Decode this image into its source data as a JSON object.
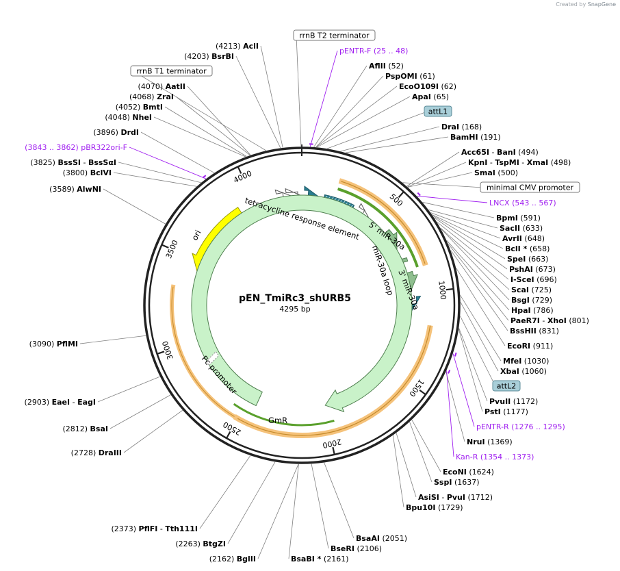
{
  "credit": {
    "prefix": "Created by",
    "brand": "SnapGene"
  },
  "plasmid": {
    "name": "pEN_TmiRc3_shURB5",
    "length": "4295 bp"
  },
  "ticks": [
    "500",
    "1000",
    "1500",
    "2000",
    "2500",
    "3000",
    "3500",
    "4000"
  ],
  "features": {
    "tre": "tetracycline response element",
    "mir5": "5' miR-30a",
    "loop": "miR-30a loop",
    "mir3": "3' miR-30a",
    "ori": "ori",
    "pc": "Pc promoter",
    "gmr": "GmR"
  },
  "sites": {
    "acli": {
      "pos": "(4213)",
      "name": "AclI"
    },
    "bsrbi": {
      "pos": "(4203)",
      "name": "BsrBI"
    },
    "rrnb_t1": {
      "name": "rrnB T1 terminator"
    },
    "rrnb_t2": {
      "name": "rrnB T2 terminator"
    },
    "aatii": {
      "pos": "(4070)",
      "name": "AatII"
    },
    "zrai": {
      "pos": "(4068)",
      "name": "ZraI"
    },
    "bmti": {
      "pos": "(4052)",
      "name": "BmtI"
    },
    "nhei": {
      "pos": "(4048)",
      "name": "NheI"
    },
    "drdi": {
      "pos": "(3896)",
      "name": "DrdI"
    },
    "pbr322": {
      "pos": "(3843 .. 3862)",
      "name": "pBR322ori-F"
    },
    "bsssi": {
      "pos": "(3825)",
      "name": "BssSI",
      "name2": "BssSαI"
    },
    "bclvi": {
      "pos": "(3800)",
      "name": "BclVI"
    },
    "alwni": {
      "pos": "(3589)",
      "name": "AlwNI"
    },
    "pflmi": {
      "pos": "(3090)",
      "name": "PflMI"
    },
    "eaei": {
      "pos": "(2903)",
      "name": "EaeI",
      "name2": "EagI"
    },
    "bsai": {
      "pos": "(2812)",
      "name": "BsaI"
    },
    "draiii": {
      "pos": "(2728)",
      "name": "DraIII"
    },
    "pflfi": {
      "pos": "(2373)",
      "name": "PflFI",
      "name2": "Tth111I"
    },
    "btgzi": {
      "pos": "(2263)",
      "name": "BtgZI"
    },
    "bglii": {
      "pos": "(2162)",
      "name": "BglII"
    },
    "bsabi": {
      "pos": "(2161)",
      "name": "BsaBI *"
    },
    "bseri": {
      "pos": "(2106)",
      "name": "BseRI"
    },
    "bsaai": {
      "pos": "(2051)",
      "name": "BsaAI"
    },
    "pentrf": {
      "pos": "(25 .. 48)",
      "name": "pENTR-F"
    },
    "aflii": {
      "pos": "(52)",
      "name": "AflII"
    },
    "psp": {
      "pos": "(61)",
      "name": "PspOMI"
    },
    "eco109": {
      "pos": "(62)",
      "name": "EcoO109I"
    },
    "apai": {
      "pos": "(65)",
      "name": "ApaI"
    },
    "attl1": {
      "name": "attL1"
    },
    "drai": {
      "pos": "(168)",
      "name": "DraI"
    },
    "bamhi": {
      "pos": "(191)",
      "name": "BamHI"
    },
    "acc65": {
      "pos": "(494)",
      "name": "Acc65I",
      "name2": "BanI"
    },
    "kpni": {
      "pos": "(498)",
      "name": "KpnI",
      "name2": "TspMI",
      "name3": "XmaI"
    },
    "smai": {
      "pos": "(500)",
      "name": "SmaI"
    },
    "cmv": {
      "name": "minimal CMV promoter"
    },
    "lncx": {
      "pos": "(543 .. 567)",
      "name": "LNCX"
    },
    "bpmi": {
      "pos": "(591)",
      "name": "BpmI"
    },
    "sacii": {
      "pos": "(633)",
      "name": "SacII"
    },
    "avrii": {
      "pos": "(648)",
      "name": "AvrII"
    },
    "bcli": {
      "pos": "(658)",
      "name": "BclI *"
    },
    "spei": {
      "pos": "(663)",
      "name": "SpeI"
    },
    "pshai": {
      "pos": "(673)",
      "name": "PshAI"
    },
    "iscei": {
      "pos": "(696)",
      "name": "I-SceI"
    },
    "scai": {
      "pos": "(725)",
      "name": "ScaI"
    },
    "bsgi": {
      "pos": "(729)",
      "name": "BsgI"
    },
    "hpai": {
      "pos": "(786)",
      "name": "HpaI"
    },
    "paer7": {
      "pos": "(801)",
      "name": "PaeR7I",
      "name2": "XhoI"
    },
    "bsshii": {
      "pos": "(831)",
      "name": "BssHII"
    },
    "ecori": {
      "pos": "(911)",
      "name": "EcoRI"
    },
    "mfei": {
      "pos": "(1030)",
      "name": "MfeI"
    },
    "xbai": {
      "pos": "(1060)",
      "name": "XbaI"
    },
    "attl2": {
      "name": "attL2"
    },
    "pvuii": {
      "pos": "(1172)",
      "name": "PvuII"
    },
    "psti": {
      "pos": "(1177)",
      "name": "PstI"
    },
    "pentrr": {
      "pos": "(1276 .. 1295)",
      "name": "pENTR-R"
    },
    "nrui": {
      "pos": "(1369)",
      "name": "NruI"
    },
    "kanr": {
      "pos": "(1354 .. 1373)",
      "name": "Kan-R"
    },
    "econi": {
      "pos": "(1624)",
      "name": "EcoNI"
    },
    "sspi": {
      "pos": "(1637)",
      "name": "SspI"
    },
    "asisi": {
      "pos": "(1712)",
      "name": "AsiSI",
      "name2": "PvuI"
    },
    "bpu10": {
      "pos": "(1729)",
      "name": "Bpu10I"
    }
  },
  "colors": {
    "teal": "#2a7d8f",
    "orange_band": "#f5c27a",
    "green_band": "#5aa02c",
    "mir_green": "#8fbf8f",
    "ori_yellow": "#ffff00",
    "gmr_green": "#c9f2c9",
    "primer_purple": "#a020f0"
  }
}
